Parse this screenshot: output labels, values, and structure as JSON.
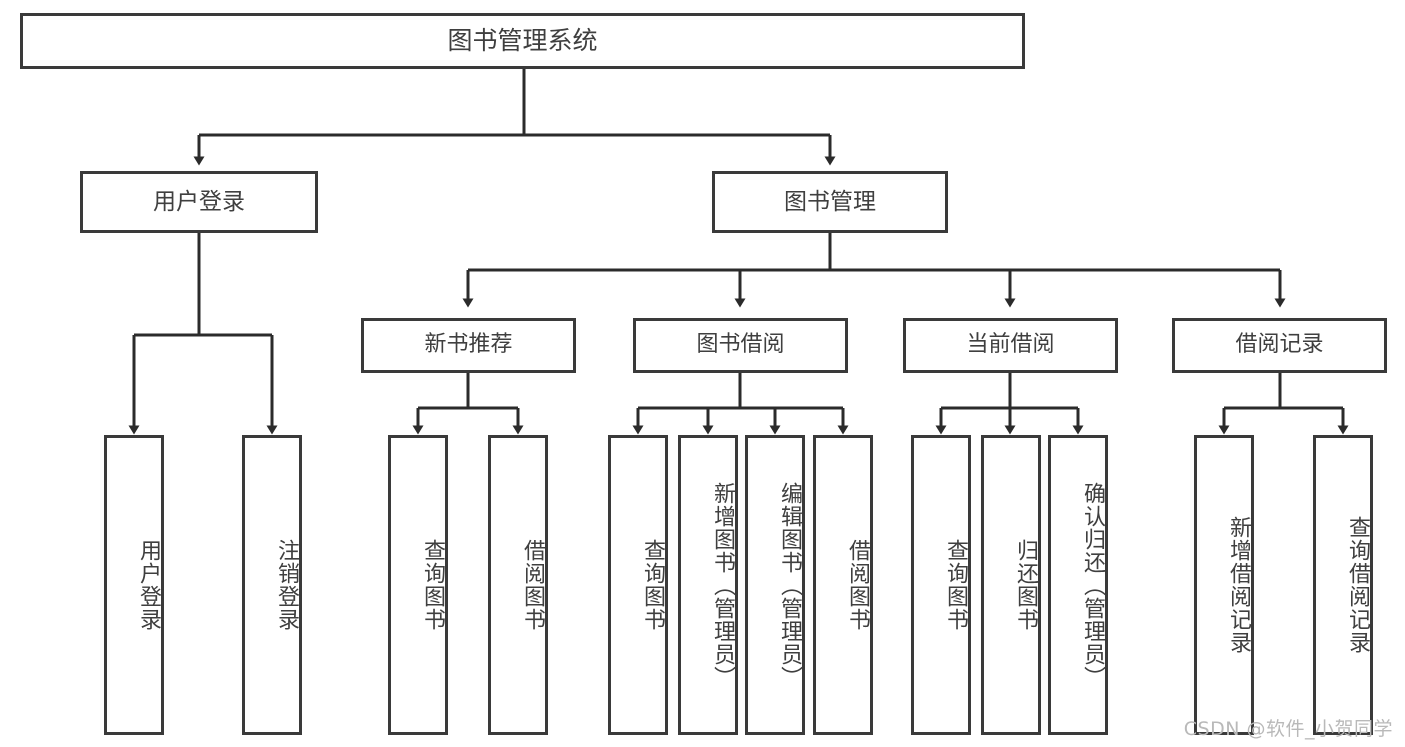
{
  "diagram": {
    "title": "图书管理系统",
    "type": "tree",
    "watermark": "CSDN @软件_小贺同学",
    "colors": {
      "box_border": "#3a3a3a",
      "box_fill": "#ffffff",
      "text": "#3f3f3f",
      "connector": "#2b2b2b",
      "watermark": "#b9b9b9"
    },
    "root": {
      "label": "图书管理系统"
    },
    "level2": [
      {
        "label": "用户登录"
      },
      {
        "label": "图书管理"
      }
    ],
    "level3": [
      {
        "label": "新书推荐"
      },
      {
        "label": "图书借阅"
      },
      {
        "label": "当前借阅"
      },
      {
        "label": "借阅记录"
      }
    ],
    "leaves": {
      "user_login": [
        {
          "label": "用户登录"
        },
        {
          "label": "注销登录"
        }
      ],
      "new_book_recommend": [
        {
          "label": "查询图书"
        },
        {
          "label": "借阅图书"
        }
      ],
      "book_borrow": [
        {
          "label": "查询图书"
        },
        {
          "label": "新增图书（管理员）"
        },
        {
          "label": "编辑图书（管理员）"
        },
        {
          "label": "借阅图书"
        }
      ],
      "current_borrow": [
        {
          "label": "查询图书"
        },
        {
          "label": "归还图书"
        },
        {
          "label": "确认归还（管理员）"
        }
      ],
      "borrow_record": [
        {
          "label": "新增借阅记录"
        },
        {
          "label": "查询借阅记录"
        }
      ]
    }
  }
}
